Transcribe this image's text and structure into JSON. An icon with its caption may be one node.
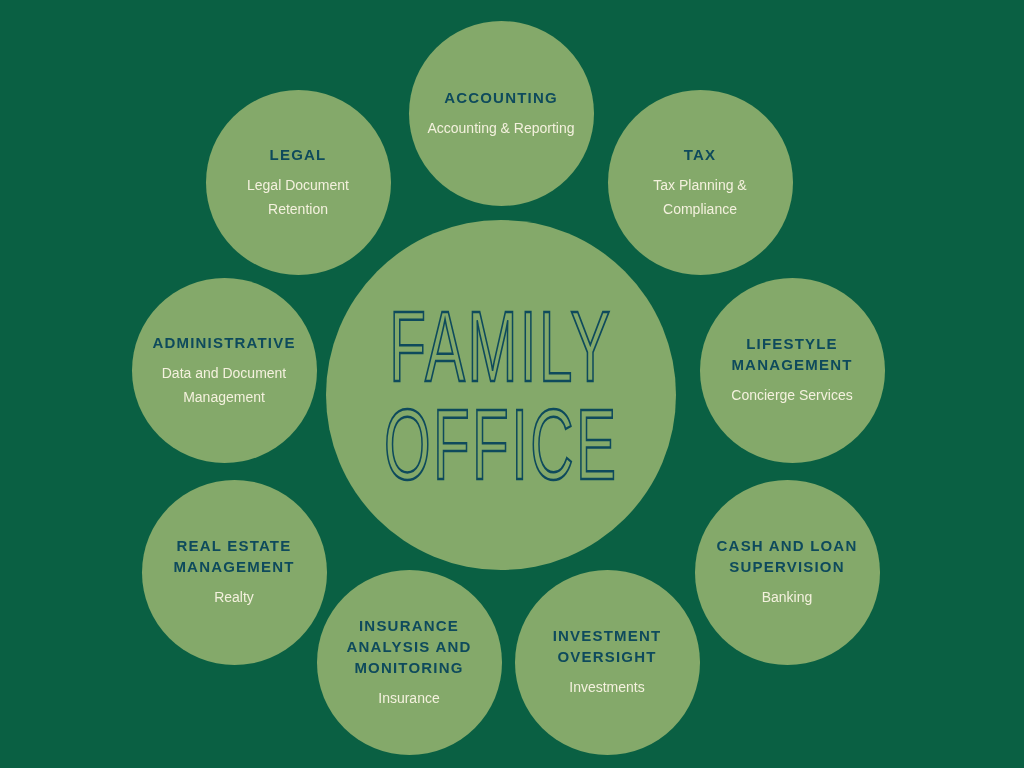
{
  "diagram": {
    "nodes": [
      {
        "text": [
          "FAMILY OFFICE"
        ]
      },
      {
        "text": [
          "ACCOUNTING",
          "Accounting & Reporting"
        ]
      },
      {
        "text": [
          "TAX",
          "Tax Planning & Compliance"
        ]
      },
      {
        "text": [
          "LIFESTYLE MANAGEMENT",
          "Concierge Services"
        ]
      },
      {
        "text": [
          "CASH AND LOAN SUPERVISION",
          "Banking"
        ]
      },
      {
        "text": [
          "INVESTMENT OVERSIGHT",
          "Investments"
        ]
      },
      {
        "text": [
          "INSURANCE ANALYSIS AND MONITORING",
          "Insurance"
        ]
      },
      {
        "text": [
          "REAL ESTATE MANAGEMENT",
          "Realty"
        ]
      },
      {
        "text": [
          "ADMINISTRATIVE",
          "Data and Document Management"
        ]
      },
      {
        "text": [
          "LEGAL",
          "Legal Document Retention"
        ]
      }
    ]
  }
}
